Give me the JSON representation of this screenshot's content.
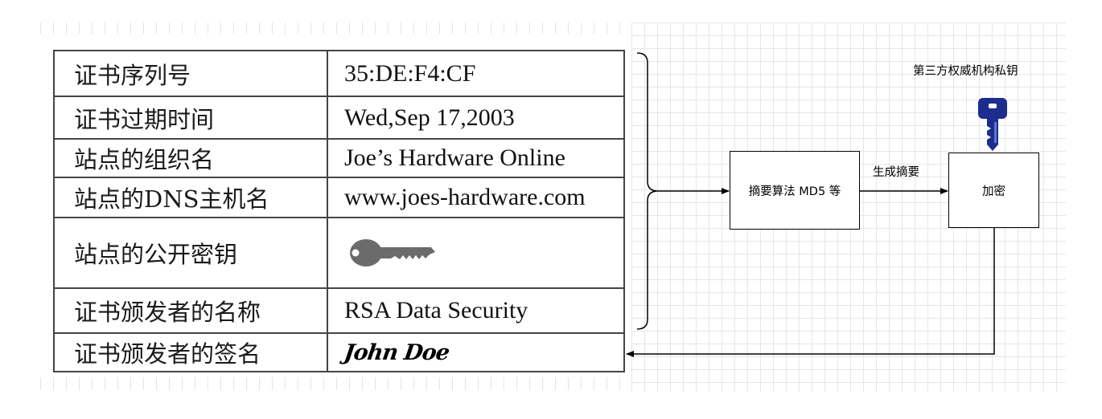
{
  "certificate": {
    "rows": [
      {
        "label": "证书序列号",
        "value": "35:DE:F4:CF"
      },
      {
        "label": "证书过期时间",
        "value": "Wed,Sep 17,2003"
      },
      {
        "label": "站点的组织名",
        "value": "Joe’s Hardware Online"
      },
      {
        "label": "站点的DNS主机名",
        "value": "www.joes-hardware.com"
      },
      {
        "label": "站点的公开密钥",
        "value_icon": "key-icon"
      },
      {
        "label": "证书颁发者的名称",
        "value": "RSA Data Security"
      },
      {
        "label": "证书颁发者的签名",
        "value": "John Doe"
      }
    ]
  },
  "flow": {
    "digest_box": "摘要算法 MD5 等",
    "encrypt_box": "加密",
    "edge_label": "生成摘要",
    "private_key_label": "第三方权威机构私钥",
    "private_key_icon": "key-icon",
    "private_key_color": "#1c2d8f"
  },
  "colors": {
    "public_key": "#6b6b6b",
    "table_border": "#444444"
  }
}
